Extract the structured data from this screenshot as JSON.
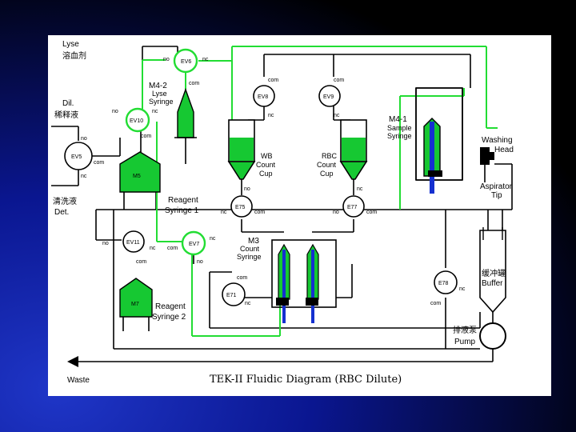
{
  "colors": {
    "green": "#22dd33",
    "fill_green": "#16c832",
    "plunger_blue": "#1530d0",
    "panel": "#ffffff"
  },
  "title": "TEK-II Fluidic Diagram (RBC Dilute)",
  "labels": {
    "lyse": "Lyse",
    "lyse_cn": "溶血剂",
    "dil": "Dil.",
    "dil_cn": "稀释液",
    "det_cn": "清洗液",
    "det": "Det.",
    "waste": "Waste",
    "m4_2": "M4-2",
    "m4_2_l1": "Lyse",
    "m4_2_l2": "Syringe",
    "m4_1": "M4-1",
    "m4_1_l1": "Sample",
    "m4_1_l2": "Syringe",
    "washing_l1": "Washing",
    "washing_l2": "Head",
    "aspirator_l1": "Aspirator",
    "aspirator_l2": "Tip",
    "wbc_l1": "WB",
    "wbc_l2": "Count",
    "wbc_l3": "Cup",
    "rbc_l1": "RBC",
    "rbc_l2": "Count",
    "rbc_l3": "Cup",
    "reagent1_l1": "Reagent",
    "reagent1_l2": "Syringe 1",
    "reagent2_l1": "Reagent",
    "reagent2_l2": "Syringe 2",
    "m3": "M3",
    "m3_l1": "Count",
    "m3_l2": "Syringe",
    "buffer_cn": "缓冲罐",
    "buffer": "Buffer",
    "pump_cn": "排液泵",
    "pump": "Pump"
  },
  "components": {
    "m5": "M5",
    "m7": "M7",
    "ev6": "EV6",
    "ev8": "EV8",
    "ev9": "EV9",
    "ev10": "EV10",
    "ev5": "EV5",
    "ev11": "EV11",
    "ev7": "EV7",
    "e75": "E75",
    "e77": "E77",
    "e71": "E71",
    "e78": "E78"
  },
  "ports": {
    "no": "no",
    "nc": "nc",
    "com": "com"
  }
}
